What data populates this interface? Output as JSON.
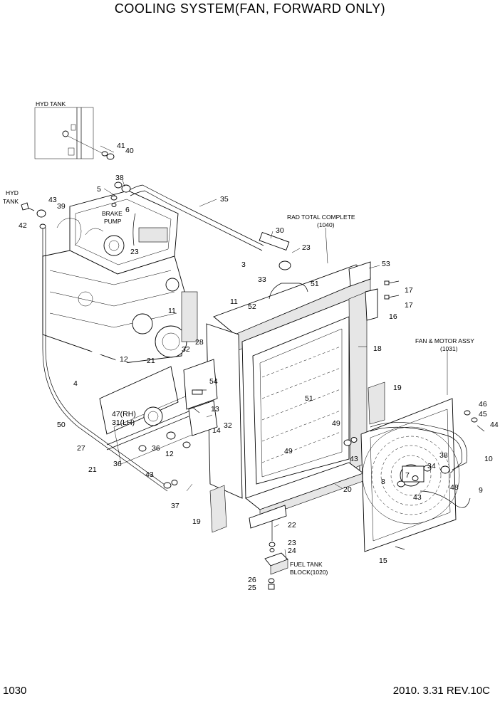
{
  "title": "COOLING SYSTEM(FAN, FORWARD ONLY)",
  "page_number": "1030",
  "revision": "2010. 3.31  REV.10C",
  "annotations": {
    "hyd_tank_inset": "HYD TANK",
    "hyd_line1": "HYD",
    "hyd_line2": "TANK",
    "brake_pump_1": "BRAKE",
    "brake_pump_2": "PUMP",
    "rad_total": "RAD TOTAL COMPLETE",
    "rad_total_ref": "(1040)",
    "fan_motor": "FAN & MOTOR ASSY",
    "fan_motor_ref": "(1031)",
    "fuel_tank_1": "FUEL TANK",
    "fuel_tank_2": "BLOCK(1020)",
    "rh": "47(RH)",
    "lh": "31(LH)"
  },
  "callouts": {
    "c41": "41",
    "c40": "40",
    "c38": "38",
    "c5": "5",
    "c6": "6",
    "c43a": "43",
    "c39": "39",
    "c42": "42",
    "c35": "35",
    "c30": "30",
    "c23a": "23",
    "c23b": "23",
    "c3": "3",
    "c33": "33",
    "c51a": "51",
    "c53": "53",
    "c17a": "17",
    "c17b": "17",
    "c16": "16",
    "c11a": "11",
    "c11b": "11",
    "c52": "52",
    "c12a": "12",
    "c32a": "32",
    "c28": "28",
    "c18": "18",
    "c4": "4",
    "c21a": "21",
    "c54": "54",
    "c19a": "19",
    "c51b": "51",
    "c50": "50",
    "c13": "13",
    "c14": "14",
    "c32b": "32",
    "c46": "46",
    "c45": "45",
    "c44": "44",
    "c49a": "49",
    "c49b": "49",
    "c27": "27",
    "c36a": "36",
    "c12b": "12",
    "c21b": "21",
    "c36b": "36",
    "c43b": "43",
    "c38b": "38",
    "c10": "10",
    "c7": "7",
    "c34": "34",
    "c8": "8",
    "c48": "48",
    "c9": "9",
    "c43c": "43",
    "c20": "20",
    "c43d": "43",
    "c37": "37",
    "c19b": "19",
    "c22": "22",
    "c23c": "23",
    "c24": "24",
    "c15": "15",
    "c26": "26",
    "c25": "25"
  }
}
